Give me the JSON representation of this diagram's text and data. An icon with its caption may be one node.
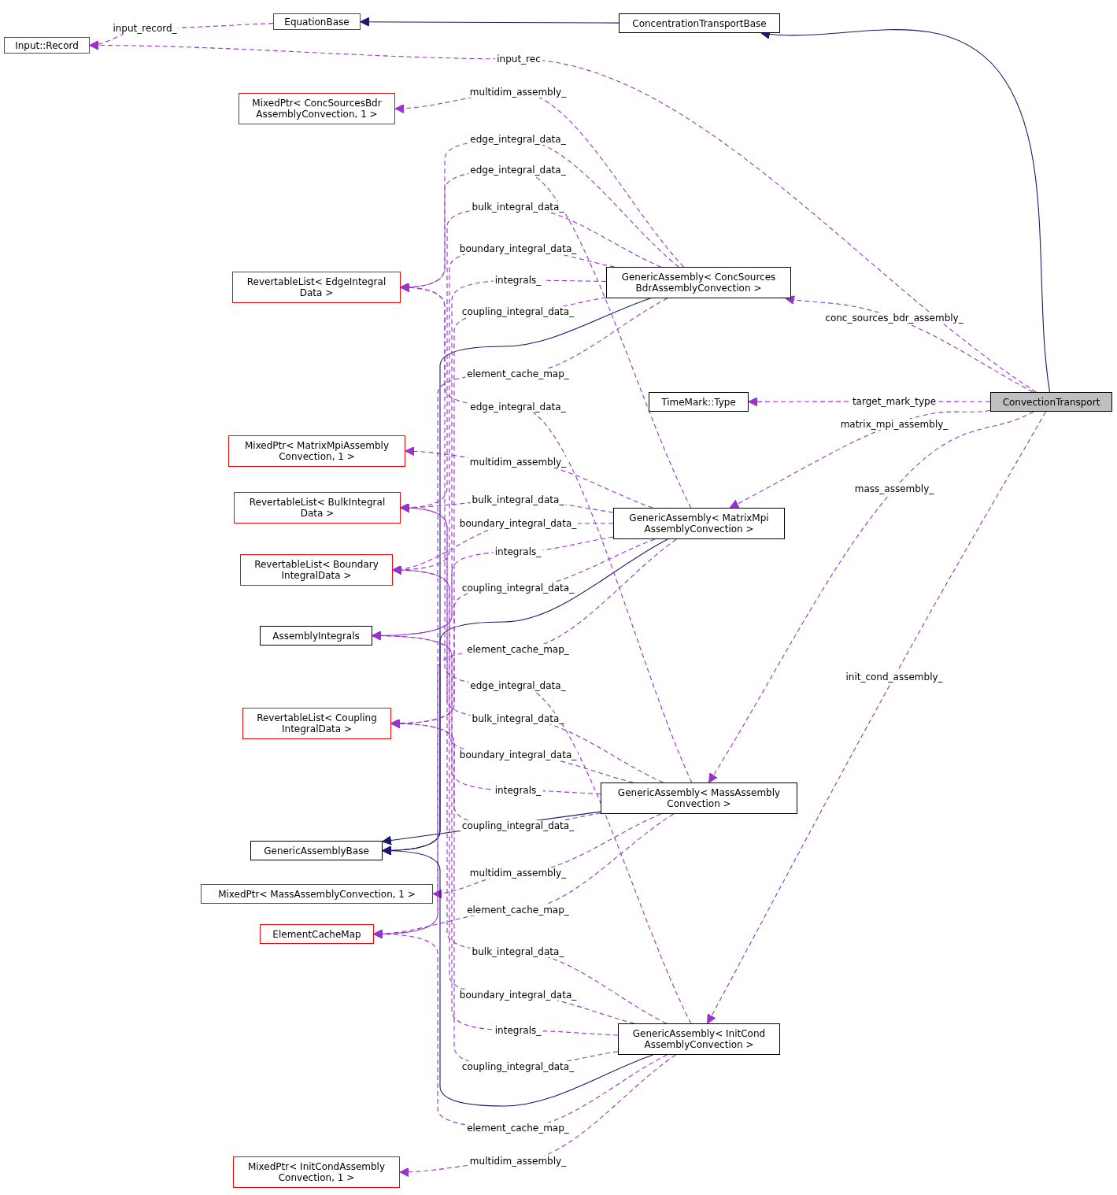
{
  "diagram": {
    "nodes": [
      {
        "text": [
          "Input::Record"
        ]
      },
      {
        "text": [
          "EquationBase"
        ]
      },
      {
        "text": [
          "ConcentrationTransportBase"
        ]
      },
      {
        "text": [
          "MixedPtr< ConcSourcesBdr AssemblyConvection, 1 >"
        ]
      },
      {
        "text": [
          "RevertableList< EdgeIntegral Data >"
        ]
      },
      {
        "text": [
          "GenericAssembly< ConcSources BdrAssemblyConvection >"
        ]
      },
      {
        "text": [
          "TimeMark::Type"
        ]
      },
      {
        "text": [
          "ConvectionTransport"
        ]
      },
      {
        "text": [
          "MixedPtr< MatrixMpiAssembly Convection, 1 >"
        ]
      },
      {
        "text": [
          "RevertableList< BulkIntegral Data >"
        ]
      },
      {
        "text": [
          "GenericAssembly< MatrixMpi AssemblyConvection >"
        ]
      },
      {
        "text": [
          "RevertableList< Boundary IntegralData >"
        ]
      },
      {
        "text": [
          "AssemblyIntegrals"
        ]
      },
      {
        "text": [
          "RevertableList< Coupling IntegralData >"
        ]
      },
      {
        "text": [
          "GenericAssembly< MassAssembly Convection >"
        ]
      },
      {
        "text": [
          "GenericAssemblyBase"
        ]
      },
      {
        "text": [
          "MixedPtr< MassAssemblyConvection, 1 >"
        ]
      },
      {
        "text": [
          "ElementCacheMap"
        ]
      },
      {
        "text": [
          "GenericAssembly< InitCond AssemblyConvection >"
        ]
      },
      {
        "text": [
          "MixedPtr< InitCondAssembly Convection, 1 >"
        ]
      }
    ],
    "edges": [
      {
        "from": 1,
        "to": 0,
        "arrow": "to",
        "label": "input_record_",
        "style": "dashed"
      },
      {
        "from": 2,
        "to": 1,
        "arrow": "to",
        "color": "#191970"
      },
      {
        "from": 7,
        "to": 2,
        "arrow": "to",
        "color": "#191970"
      },
      {
        "from": 7,
        "to": 0,
        "arrow": "to",
        "label": "input_rec",
        "style": "dashed"
      },
      {
        "from": 7,
        "to": 5,
        "arrow": "to",
        "label": "conc_sources_bdr_assembly_",
        "style": "dashed"
      },
      {
        "from": 7,
        "to": 6,
        "arrow": "to",
        "label": "target_mark_type",
        "style": "dashed"
      },
      {
        "from": 7,
        "to": 10,
        "arrow": "to",
        "label": "matrix_mpi_assembly_",
        "style": "dashed"
      },
      {
        "from": 7,
        "to": 14,
        "arrow": "to",
        "label": "mass_assembly_",
        "style": "dashed"
      },
      {
        "from": 7,
        "to": 18,
        "arrow": "to",
        "label": "init_cond_assembly_",
        "style": "dashed"
      },
      {
        "from": 5,
        "to": 15,
        "arrow": "to",
        "color": "#191970"
      },
      {
        "from": 5,
        "to": 3,
        "arrow": "to",
        "label": "multidim_assembly_",
        "style": "dashed"
      },
      {
        "from": 5,
        "to": 4,
        "arrow": "to",
        "label": "edge_integral_data_",
        "style": "dashed"
      },
      {
        "from": 5,
        "to": 9,
        "arrow": "to",
        "label": "bulk_integral_data_",
        "style": "dashed"
      },
      {
        "from": 5,
        "to": 11,
        "arrow": "to",
        "label": "boundary_integral_data_",
        "style": "dashed"
      },
      {
        "from": 5,
        "to": 12,
        "arrow": "to",
        "label": "integrals_",
        "style": "dashed"
      },
      {
        "from": 5,
        "to": 13,
        "arrow": "to",
        "label": "coupling_integral_data_",
        "style": "dashed"
      },
      {
        "from": 5,
        "to": 17,
        "arrow": "to",
        "label": "element_cache_map_",
        "style": "dashed"
      },
      {
        "from": 10,
        "to": 15,
        "arrow": "to",
        "color": "#191970"
      },
      {
        "from": 10,
        "to": 8,
        "arrow": "to",
        "label": "multidim_assembly_",
        "style": "dashed"
      },
      {
        "from": 10,
        "to": 4,
        "arrow": "to",
        "label": "edge_integral_data_",
        "style": "dashed"
      },
      {
        "from": 10,
        "to": 9,
        "arrow": "to",
        "label": "bulk_integral_data_",
        "style": "dashed"
      },
      {
        "from": 10,
        "to": 11,
        "arrow": "to",
        "label": "boundary_integral_data_",
        "style": "dashed"
      },
      {
        "from": 10,
        "to": 12,
        "arrow": "to",
        "label": "integrals_",
        "style": "dashed"
      },
      {
        "from": 10,
        "to": 13,
        "arrow": "to",
        "label": "coupling_integral_data_",
        "style": "dashed"
      },
      {
        "from": 10,
        "to": 17,
        "arrow": "to",
        "label": "element_cache_map_",
        "style": "dashed"
      },
      {
        "from": 14,
        "to": 15,
        "arrow": "to",
        "color": "#191970"
      },
      {
        "from": 14,
        "to": 16,
        "arrow": "to",
        "label": "multidim_assembly_",
        "style": "dashed"
      },
      {
        "from": 14,
        "to": 4,
        "arrow": "to",
        "label": "edge_integral_data_",
        "style": "dashed"
      },
      {
        "from": 14,
        "to": 9,
        "arrow": "to",
        "label": "bulk_integral_data_",
        "style": "dashed"
      },
      {
        "from": 14,
        "to": 11,
        "arrow": "to",
        "label": "boundary_integral_data_",
        "style": "dashed"
      },
      {
        "from": 14,
        "to": 12,
        "arrow": "to",
        "label": "integrals_",
        "style": "dashed"
      },
      {
        "from": 14,
        "to": 13,
        "arrow": "to",
        "label": "coupling_integral_data_",
        "style": "dashed"
      },
      {
        "from": 14,
        "to": 17,
        "arrow": "to",
        "label": "element_cache_map_",
        "style": "dashed"
      },
      {
        "from": 18,
        "to": 15,
        "arrow": "to",
        "color": "#191970"
      },
      {
        "from": 18,
        "to": 19,
        "arrow": "to",
        "label": "multidim_assembly_",
        "style": "dashed"
      },
      {
        "from": 18,
        "to": 4,
        "arrow": "to",
        "label": "edge_integral_data_",
        "style": "dashed"
      },
      {
        "from": 18,
        "to": 9,
        "arrow": "to",
        "label": "bulk_integral_data_",
        "style": "dashed"
      },
      {
        "from": 18,
        "to": 11,
        "arrow": "to",
        "label": "boundary_integral_data_",
        "style": "dashed"
      },
      {
        "from": 18,
        "to": 12,
        "arrow": "to",
        "label": "integrals_",
        "style": "dashed"
      },
      {
        "from": 18,
        "to": 13,
        "arrow": "to",
        "label": "coupling_integral_data_",
        "style": "dashed"
      },
      {
        "from": 18,
        "to": 17,
        "arrow": "to",
        "label": "element_cache_map_",
        "style": "dashed"
      }
    ]
  }
}
